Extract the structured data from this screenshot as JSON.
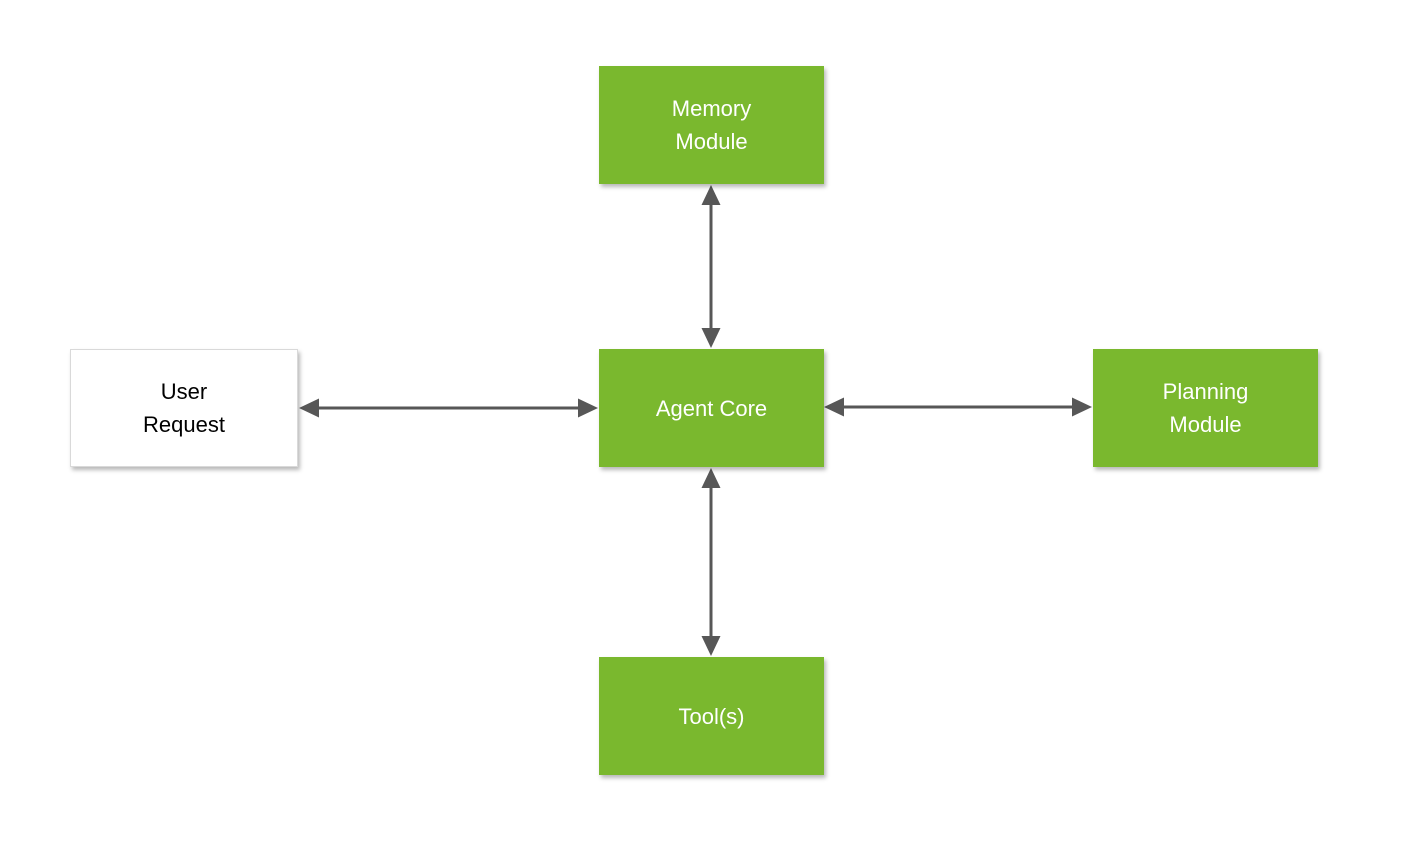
{
  "diagram": {
    "description": "Agent architecture block diagram",
    "colors": {
      "background": "#ffffff",
      "node_fill": "#7AB82E",
      "node_text": "#ffffff",
      "user_node_fill": "#ffffff",
      "user_node_border": "#d9d9d9",
      "user_node_text": "#000000",
      "arrow": "#575757"
    },
    "nodes": [
      {
        "id": "memory-module",
        "label": "Memory\nModule",
        "style": "green"
      },
      {
        "id": "user-request",
        "label": "User\nRequest",
        "style": "white"
      },
      {
        "id": "agent-core",
        "label": "Agent Core",
        "style": "green"
      },
      {
        "id": "planning-module",
        "label": "Planning\nModule",
        "style": "green"
      },
      {
        "id": "tools",
        "label": "Tool(s)",
        "style": "green"
      }
    ],
    "edges": [
      {
        "from": "agent-core",
        "to": "memory-module",
        "direction": "bidirectional"
      },
      {
        "from": "agent-core",
        "to": "user-request",
        "direction": "bidirectional"
      },
      {
        "from": "agent-core",
        "to": "planning-module",
        "direction": "bidirectional"
      },
      {
        "from": "agent-core",
        "to": "tools",
        "direction": "bidirectional"
      }
    ]
  }
}
